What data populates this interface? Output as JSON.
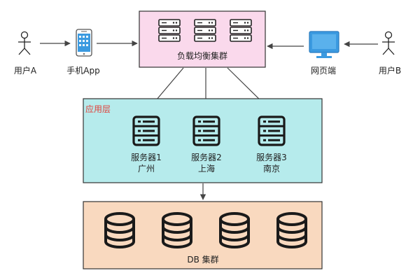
{
  "actors": {
    "user_a": "用户A",
    "user_b": "用户B",
    "mobile_app": "手机App",
    "web_client": "网页端"
  },
  "load_balancer": {
    "label": "负载均衡集群"
  },
  "app_layer": {
    "title": "应用层",
    "servers": [
      {
        "name": "服务器1",
        "location": "广州"
      },
      {
        "name": "服务器2",
        "location": "上海"
      },
      {
        "name": "服务器3",
        "location": "南京"
      }
    ]
  },
  "db_cluster": {
    "label": "DB 集群"
  },
  "colors": {
    "load_balancer_fill": "#fad9ec",
    "app_layer_fill": "#b6ebec",
    "db_fill": "#f9d9bf",
    "app_title": "#e0403a",
    "web_monitor": "#3b9ae0",
    "phone_screen": "#3b9ae0",
    "line": "#555555"
  },
  "icons": {
    "actor": "stick-figure-icon",
    "phone": "smartphone-icon",
    "monitor": "monitor-icon",
    "server": "server-icon",
    "database": "database-icon"
  }
}
